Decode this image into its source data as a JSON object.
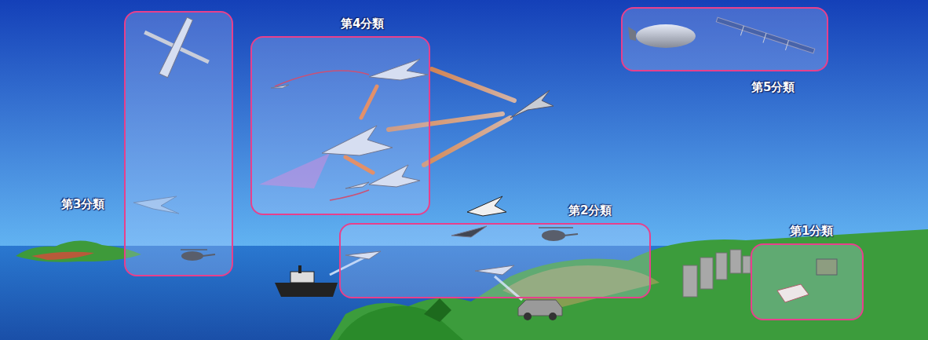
{
  "diagram": {
    "nodes": [
      {
        "text": [
          "第4分類"
        ]
      },
      {
        "text": [
          "第5分類"
        ]
      },
      {
        "text": [
          "第3分類"
        ]
      },
      {
        "text": [
          "第2分類"
        ]
      },
      {
        "text": [
          "第1分類"
        ]
      }
    ]
  }
}
